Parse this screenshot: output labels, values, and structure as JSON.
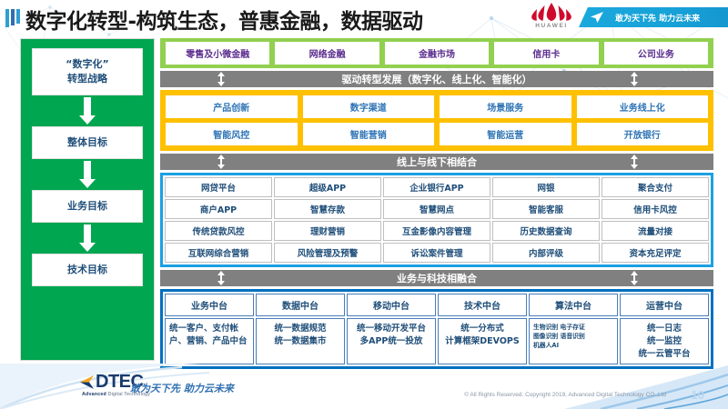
{
  "header": {
    "title": "数字化转型-构筑生态，普惠金融，数据驱动",
    "huawei_wordmark": "HUAWEI",
    "banner_text": "敢为天下先 助力云未来"
  },
  "sidebar": {
    "items": [
      {
        "label": "“数字化”\n转型战略"
      },
      {
        "label": "整体目标"
      },
      {
        "label": "业务目标"
      },
      {
        "label": "技术目标"
      }
    ]
  },
  "business_lines": {
    "cells": [
      "零售及小微金融",
      "网络金融",
      "金融市场",
      "信用卡",
      "公司业务"
    ]
  },
  "connector_1": {
    "label": "驱动转型发展（数字化、线上化、智能化）"
  },
  "transformation": {
    "rows": [
      [
        "产品创新",
        "数字渠道",
        "场景服务",
        "业务线上化"
      ],
      [
        "智能风控",
        "智能营销",
        "智能运营",
        "开放银行"
      ]
    ]
  },
  "connector_2": {
    "label": "线上与线下相结合"
  },
  "online_offline": {
    "rows": [
      [
        "网贷平台",
        "超级APP",
        "企业银行APP",
        "网银",
        "聚合支付"
      ],
      [
        "商户APP",
        "智慧存款",
        "智慧网点",
        "智能客服",
        "信用卡风控"
      ],
      [
        "传统贷款风控",
        "理财营销",
        "互金影像内容管理",
        "历史数据查询",
        "流量对接"
      ],
      [
        "互联网综合营销",
        "风险管理及预警",
        "诉讼案件管理",
        "内部评级",
        "资本充足评定"
      ]
    ]
  },
  "connector_3": {
    "label": "业务与科技相融合"
  },
  "midplatforms": {
    "columns": [
      {
        "head": "业务中台",
        "body": "统一客户、支付帐户、营销、产品中台",
        "small": false
      },
      {
        "head": "数据中台",
        "body": "统一数据规范\n统一数据集市",
        "small": false
      },
      {
        "head": "移动中台",
        "body": "统一移动开发平台\n多APP统一投放",
        "small": false
      },
      {
        "head": "技术中台",
        "body": "统一分布式\n计算框架DEVOPS",
        "small": false
      },
      {
        "head": "算法中台",
        "body": "生物识别 电子存证\n图像识别 语音识别\n机器人AI",
        "small": true
      },
      {
        "head": "运营中台",
        "body": "统一日志\n统一监控\n统一云管平台",
        "small": false
      }
    ]
  },
  "footer": {
    "brand": "DTEC",
    "brand_sub_bold": "Advanced",
    "brand_sub_rest": " Digital Technology",
    "slogan": "敢为天下先   助力云未来",
    "copyright": "© All Rights Reserved. Copyright 2019, Advanced Digital Technology CO.,Ltd",
    "page_number": "10"
  },
  "colors": {
    "green_sidebar": "#00a650",
    "green_bar": "#92d050",
    "orange": "#ffc000",
    "blue": "#1ba0e2",
    "navy": "#0070c0",
    "gray_connector": "#808080",
    "text_blue": "#1f4e79",
    "purple": "#5b2d8e"
  }
}
